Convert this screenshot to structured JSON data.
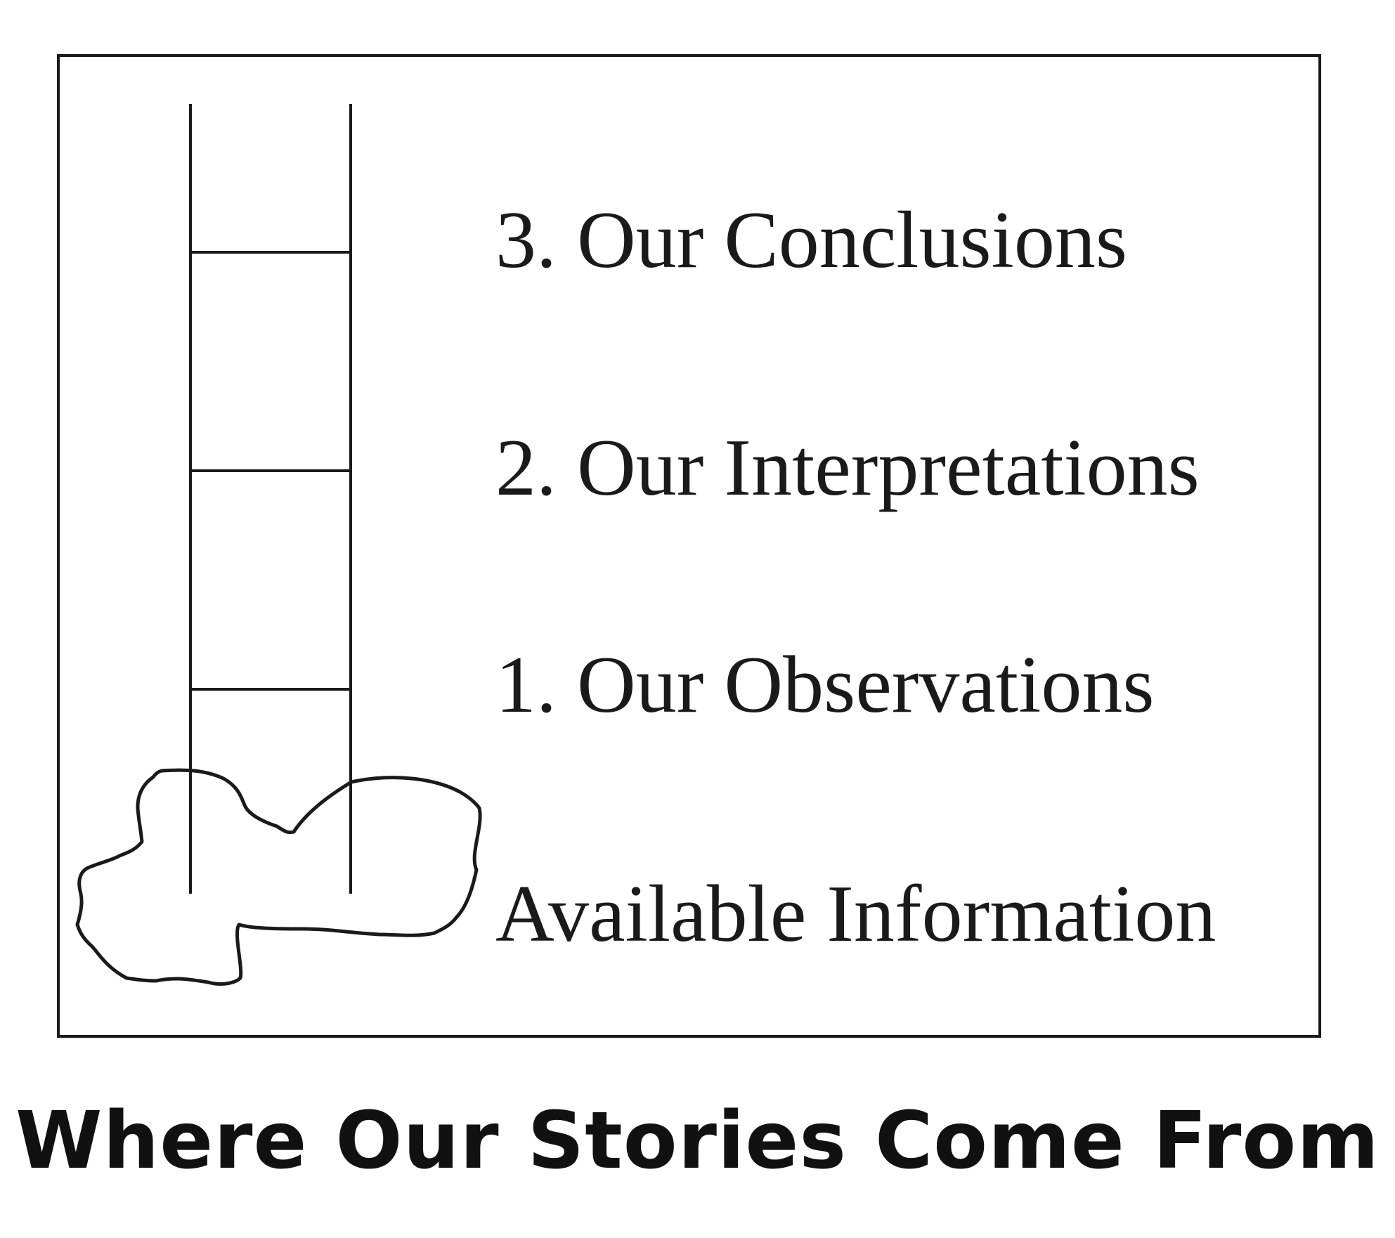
{
  "diagram": {
    "rungs": [
      {
        "label": "3. Our Conclusions"
      },
      {
        "label": "2. Our Interpretations"
      },
      {
        "label": "1. Our Observations"
      }
    ],
    "base_label": "Available Information",
    "caption": "Where Our Stories Come From"
  },
  "icons": {
    "ladder": "ladder-icon",
    "pool": "information-pool-icon"
  }
}
